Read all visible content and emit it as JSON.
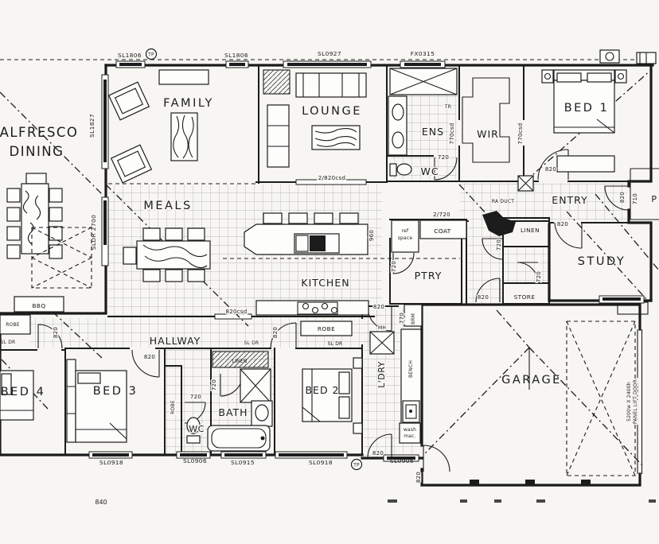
{
  "palette": {
    "paper": "#f7f6f2",
    "ink": "#1c1c1c"
  },
  "rooms": {
    "alfresco_line1": "ALFRESCO",
    "alfresco_line2": "DINING",
    "family": "FAMILY",
    "lounge": "LOUNGE",
    "ens": "ENS",
    "wc_upper": "WC",
    "wir": "WIR",
    "bed1": "BED 1",
    "entry": "ENTRY",
    "meals": "MEALS",
    "kitchen": "KITCHEN",
    "pantry": "PTRY",
    "coat": "COAT",
    "linen": "LINEN",
    "store": "STORE",
    "study": "STUDY",
    "hallway": "HALLWAY",
    "bed4": "BED 4",
    "bed3": "BED 3",
    "bath": "BATH",
    "wc_lower": "WC",
    "bed2": "BED 2",
    "laundry": "L'DRY",
    "garage": "GARAGE",
    "porch_clipped": "P"
  },
  "fixtures": {
    "bbq": "BBQ",
    "robe": "ROBE",
    "sl_dr": "SL DR",
    "linen_cupboard": "LINEN",
    "bench": "BENCH",
    "washing_machine_1": "wash",
    "washing_machine_2": "mac.",
    "manhole": "MH",
    "broom": "BRM",
    "fridge_1": "ref",
    "fridge_2": "space",
    "return_air_duct": "RA DUCT",
    "towel_rail": "TR"
  },
  "openings": {
    "sl1806": "SL1806",
    "sl1827": "SL1827",
    "sl0927": "SL0927",
    "fx0315": "FX0315",
    "sldr2700": "SLDR 2700",
    "sl0918": "SL0918",
    "sl0915": "SL0915",
    "sl0906": "SL0906",
    "tp": "TP",
    "d820": "820",
    "d720": "720",
    "d770": "770",
    "d710": "710",
    "d960": "960",
    "d770csd": "770csd",
    "d2_820csd": "2/820csd",
    "d820csd": "820csd",
    "d2_720": "2/720",
    "garage_door_size": "5200w X 2400h",
    "garage_door_type": "PANEL LIFT DOOR",
    "dim_clipped": "840"
  }
}
